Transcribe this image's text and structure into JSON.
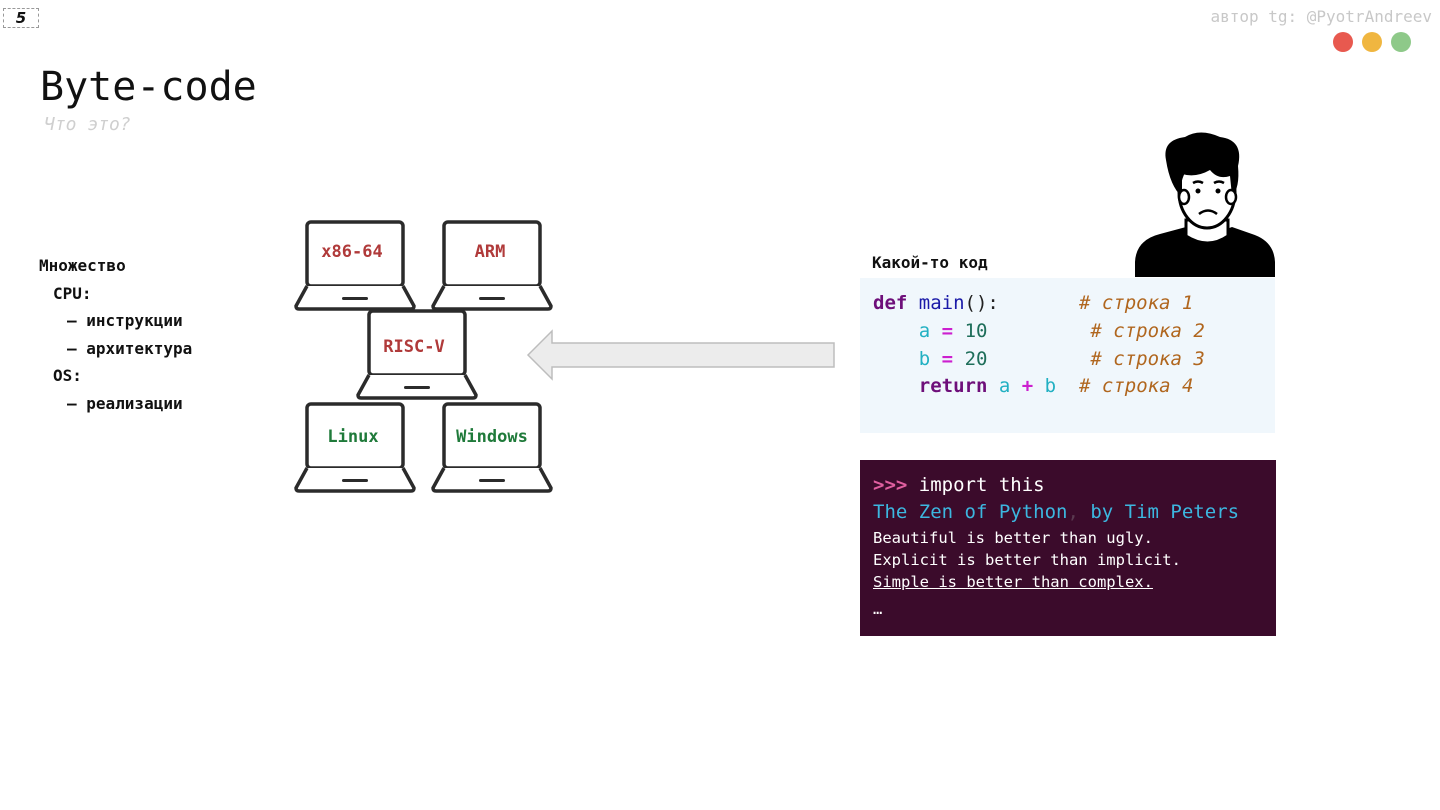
{
  "slide": {
    "number": "5"
  },
  "author": "автор tg: @PyotrAndreev",
  "window_dots": {
    "red": "#e8594f",
    "yellow": "#f0b640",
    "green": "#8ec989"
  },
  "title": "Byte-code",
  "subtitle": "Что это?",
  "list": {
    "heading": "Множество",
    "cpu": "CPU:",
    "cpu_items": [
      "– инструкции",
      "– архитектура"
    ],
    "os": "OS:",
    "os_items": [
      "– реализации"
    ]
  },
  "laptops": {
    "x86": "x86-64",
    "arm": "ARM",
    "riscv": "RISC-V",
    "linux": "Linux",
    "windows": "Windows"
  },
  "colors": {
    "cpu_label": "#b03a3a",
    "os_label": "#1f7a3a",
    "arrow_fill": "#ececec",
    "arrow_stroke": "#bdbdbd"
  },
  "code": {
    "label": "Какой-то код",
    "line1": {
      "kw": "def",
      "fn": "main",
      "punct": "():",
      "comment": "# строка 1"
    },
    "line2": {
      "var": "a",
      "op": "=",
      "num": "10",
      "comment": "# строка 2"
    },
    "line3": {
      "var": "b",
      "op": "=",
      "num": "20",
      "comment": "# строка 3"
    },
    "line4": {
      "kw": "return",
      "var1": "a",
      "op": "+",
      "var2": "b",
      "comment": "# строка 4"
    }
  },
  "terminal": {
    "prompt": ">>>",
    "command": "import this",
    "zen_title": "The Zen of Python",
    "zen_sep": ",",
    "zen_author": " by Tim Peters",
    "lines": [
      "Beautiful is better than ugly.",
      "Explicit is better than implicit.",
      "Simple is better than complex."
    ],
    "ellipsis": "…"
  },
  "icons": [
    "person-icon",
    "laptop-icon",
    "arrow-left-icon"
  ]
}
